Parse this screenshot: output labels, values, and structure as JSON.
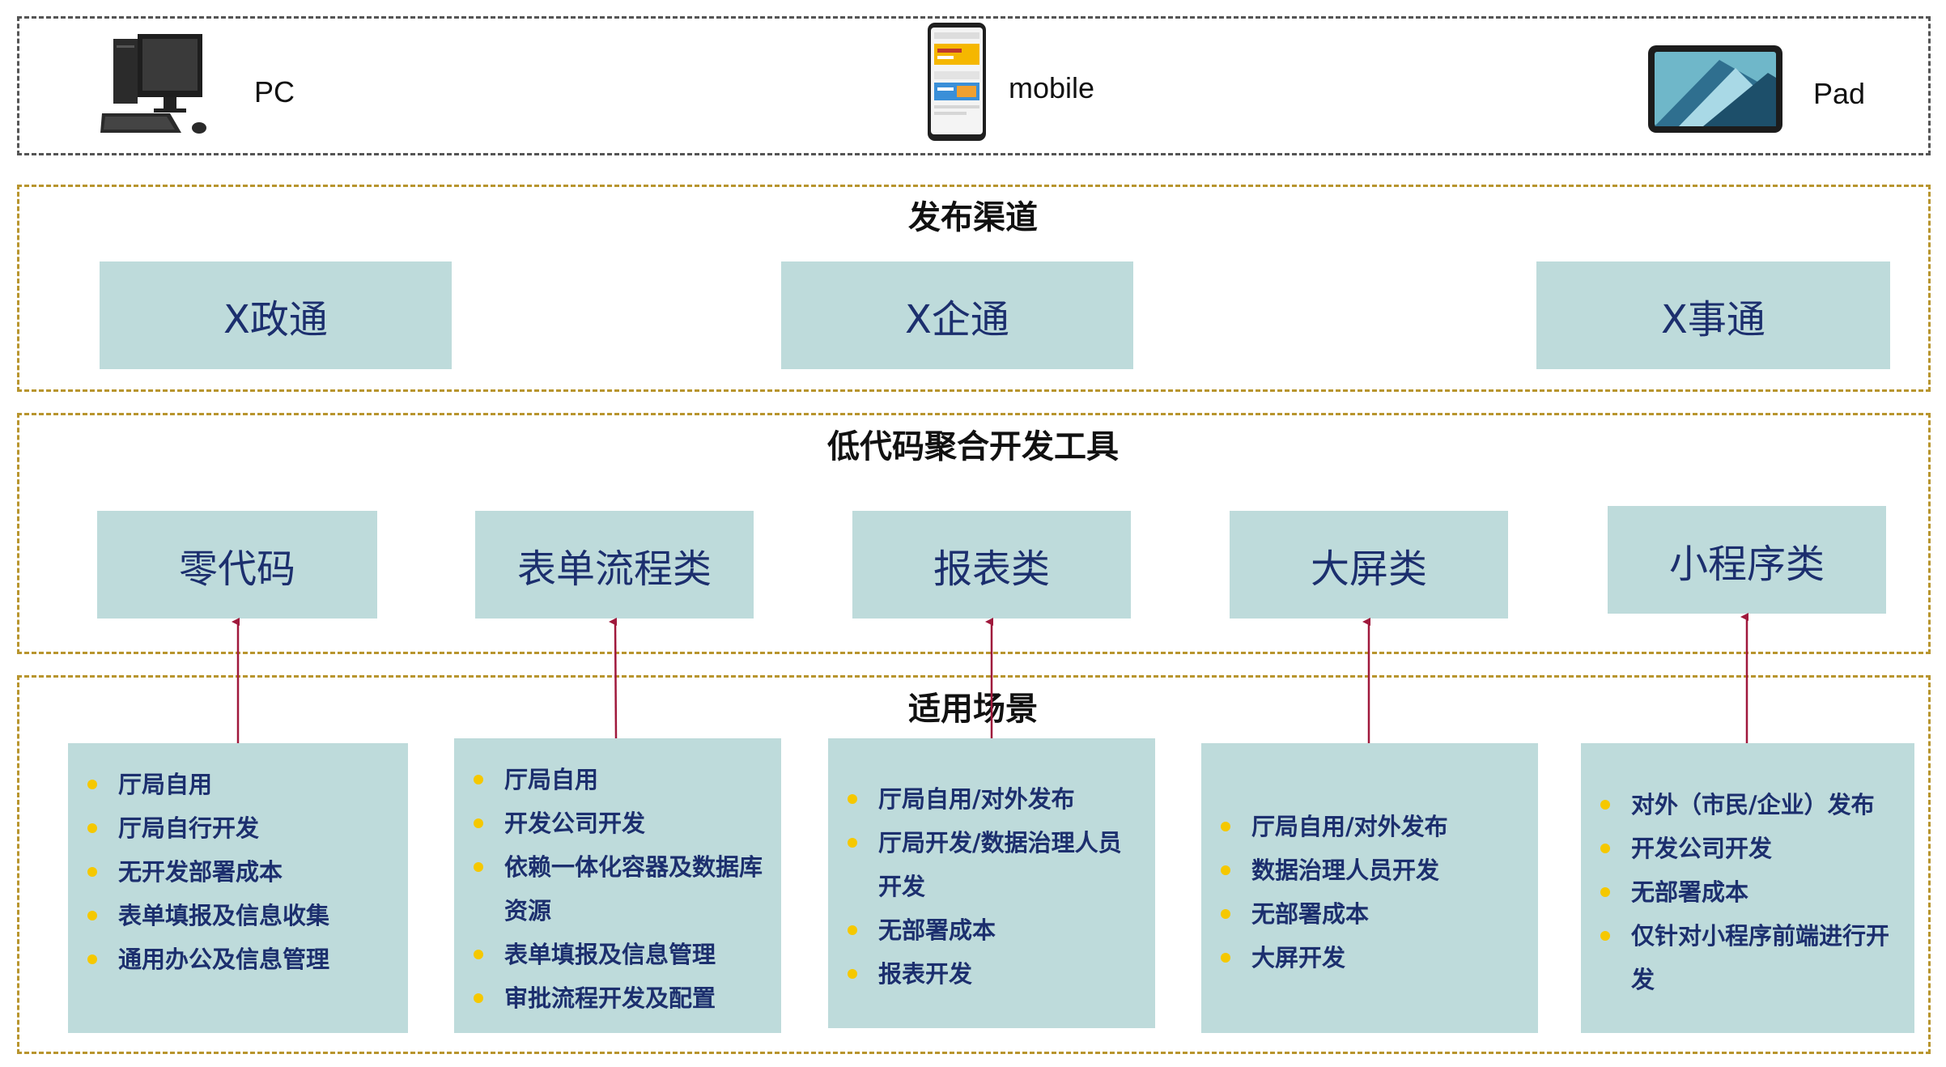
{
  "devices": [
    {
      "icon": "desktop-computer-icon",
      "label": "PC"
    },
    {
      "icon": "mobile-phone-icon",
      "label": "mobile"
    },
    {
      "icon": "tablet-icon",
      "label": "Pad"
    }
  ],
  "channels": {
    "title": "发布渠道",
    "items": [
      "X政通",
      "X企通",
      "X事通"
    ]
  },
  "tools": {
    "title": "低代码聚合开发工具",
    "items": [
      "零代码",
      "表单流程类",
      "报表类",
      "大屏类",
      "小程序类"
    ]
  },
  "scenes": {
    "title": "适用场景",
    "groups": [
      [
        "厅局自用",
        "厅局自行开发",
        "无开发部署成本",
        "表单填报及信息收集",
        "通用办公及信息管理"
      ],
      [
        "厅局自用",
        "开发公司开发",
        "依赖一体化容器及数据库资源",
        "表单填报及信息管理",
        "审批流程开发及配置"
      ],
      [
        "厅局自用/对外发布",
        "厅局开发/数据治理人员开发",
        "无部署成本",
        "报表开发"
      ],
      [
        "厅局自用/对外发布",
        "数据治理人员开发",
        "无部署成本",
        "大屏开发"
      ],
      [
        "对外（市民/企业）发布",
        "开发公司开发",
        "无部署成本",
        "仅针对小程序前端进行开发"
      ]
    ]
  },
  "colors": {
    "box_fill": "#bedbdb",
    "box_text": "#1c2f6e",
    "bullet": "#f5c800",
    "arrow": "#a0193c",
    "frame_gold": "#b8952e"
  }
}
